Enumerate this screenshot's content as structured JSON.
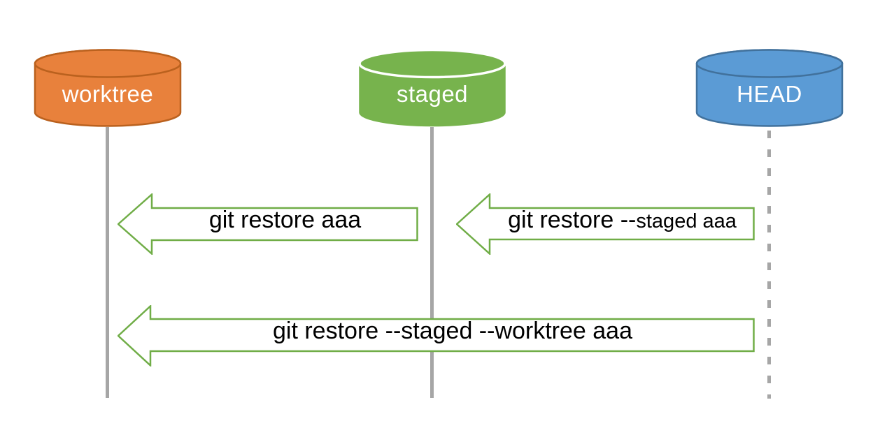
{
  "diagram": {
    "type": "git-restore-sequence-diagram",
    "nodes": [
      {
        "id": "worktree",
        "label": "worktree",
        "shape": "cylinder",
        "fill": "#E8813C",
        "border": "#BA611E",
        "text_color": "#FFFFFF",
        "lifeline": "solid"
      },
      {
        "id": "staged",
        "label": "staged",
        "shape": "cylinder",
        "fill": "#77B34D",
        "border": "#FFFFFF",
        "text_color": "#FFFFFF",
        "lifeline": "solid"
      },
      {
        "id": "head",
        "label": "HEAD",
        "shape": "cylinder",
        "fill": "#5B9BD5",
        "border": "#41719C",
        "text_color": "#FFFFFF",
        "lifeline": "dashed"
      }
    ],
    "arrows": [
      {
        "from": "staged",
        "to": "worktree",
        "direction": "left",
        "label": "git restore aaa"
      },
      {
        "from": "head",
        "to": "staged",
        "direction": "left",
        "label_primary": "git restore --",
        "label_secondary": "staged aaa"
      },
      {
        "from": "head",
        "to": "worktree",
        "direction": "left",
        "label": "git restore --staged --worktree aaa"
      }
    ],
    "colors": {
      "arrow_outline": "#70AD47",
      "arrow_fill": "#FFFFFF",
      "arrow_text": "#000000",
      "lifeline": "#A6A6A6",
      "background": "#FFFFFF"
    }
  }
}
